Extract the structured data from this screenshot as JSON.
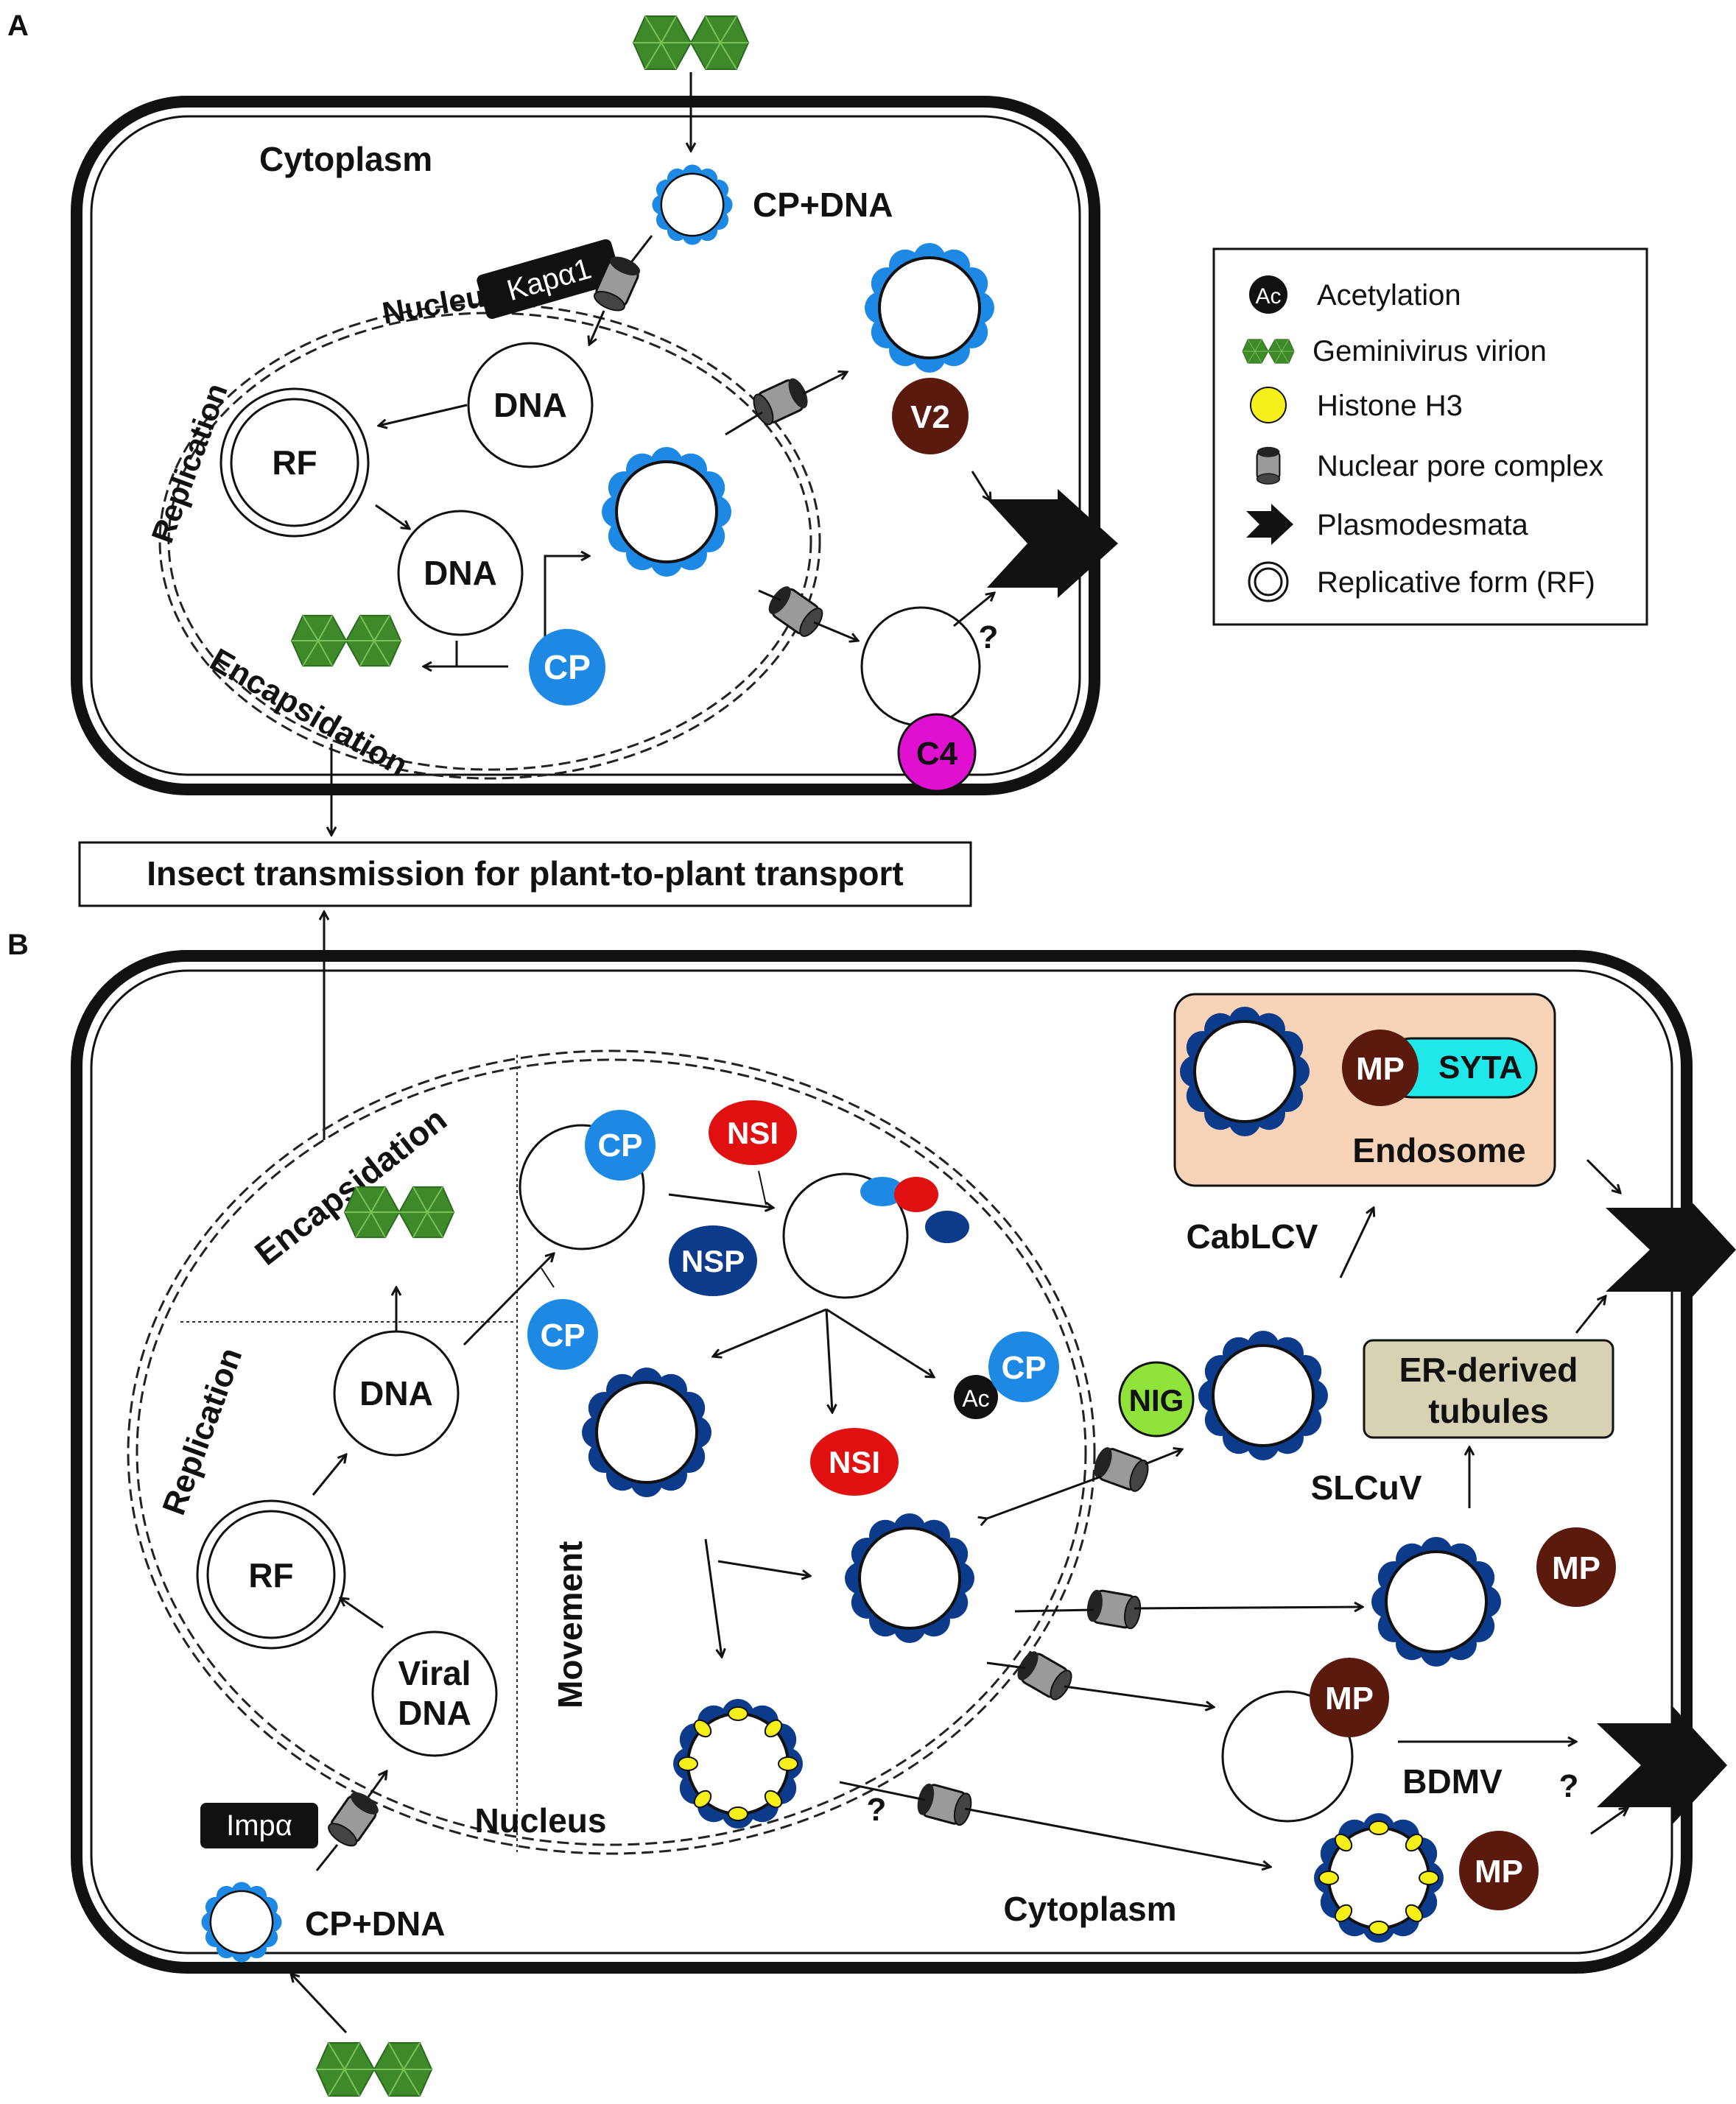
{
  "panels": {
    "a": "A",
    "b": "B"
  },
  "transmission": "Insect transmission for plant-to-plant transport",
  "panel_a": {
    "cytoplasm": "Cytoplasm",
    "nucleus": "Nucleus",
    "replication": "Replication",
    "encapsidation": "Encapsidation",
    "cp_dna": "CP+DNA",
    "kapa": "Kapα1",
    "dna_top": "DNA",
    "rf": "RF",
    "dna_mid": "DNA",
    "cp": "CP",
    "v2": "V2",
    "c4": "C4",
    "question": "?"
  },
  "panel_b": {
    "encapsidation": "Encapsidation",
    "replication": "Replication",
    "movement": "Movement",
    "nucleus": "Nucleus",
    "cytoplasm": "Cytoplasm",
    "dna": "DNA",
    "rf": "RF",
    "viral_dna_1": "Viral",
    "viral_dna_2": "DNA",
    "imp": "Impα",
    "cp_dna": "CP+DNA",
    "cp_top": "CP",
    "cp_mid": "CP",
    "cp_right": "CP",
    "nsi_top": "NSI",
    "nsi_mid": "NSI",
    "nsp": "NSP",
    "ac": "Ac",
    "nig": "NIG",
    "cablcv": "CabLCV",
    "endosome": "Endosome",
    "mp_endo": "MP",
    "syta": "SYTA",
    "er_1": "ER-derived",
    "er_2": "tubules",
    "slcuv": "SLCuV",
    "mp_slcuv": "MP",
    "mp_free": "MP",
    "bdmv": "BDMV",
    "mp_bdmv": "MP",
    "question_1": "?",
    "question_2": "?"
  },
  "legend": [
    {
      "icon": "acetylation-icon",
      "label": "Acetylation"
    },
    {
      "icon": "virion-icon",
      "label": "Geminivirus virion"
    },
    {
      "icon": "histone-icon",
      "label": "Histone H3"
    },
    {
      "icon": "nuclear-pore-icon",
      "label": "Nuclear pore complex"
    },
    {
      "icon": "plasmodesmata-icon",
      "label": "Plasmodesmata"
    },
    {
      "icon": "rf-icon",
      "label": "Replicative form (RF)"
    }
  ],
  "colors": {
    "cp_light": "#1E88E5",
    "cp_dark": "#0D3B8C",
    "nsi": "#E01010",
    "v2_mp": "#5A1A0E",
    "c4": "#E010D0",
    "nig": "#8FE33A",
    "histone": "#F5F01A",
    "virion": "#3E8A2A",
    "endosome_bg": "#F7D3B8",
    "er_bg": "#D8D2B4",
    "syta": "#20E8E8"
  }
}
